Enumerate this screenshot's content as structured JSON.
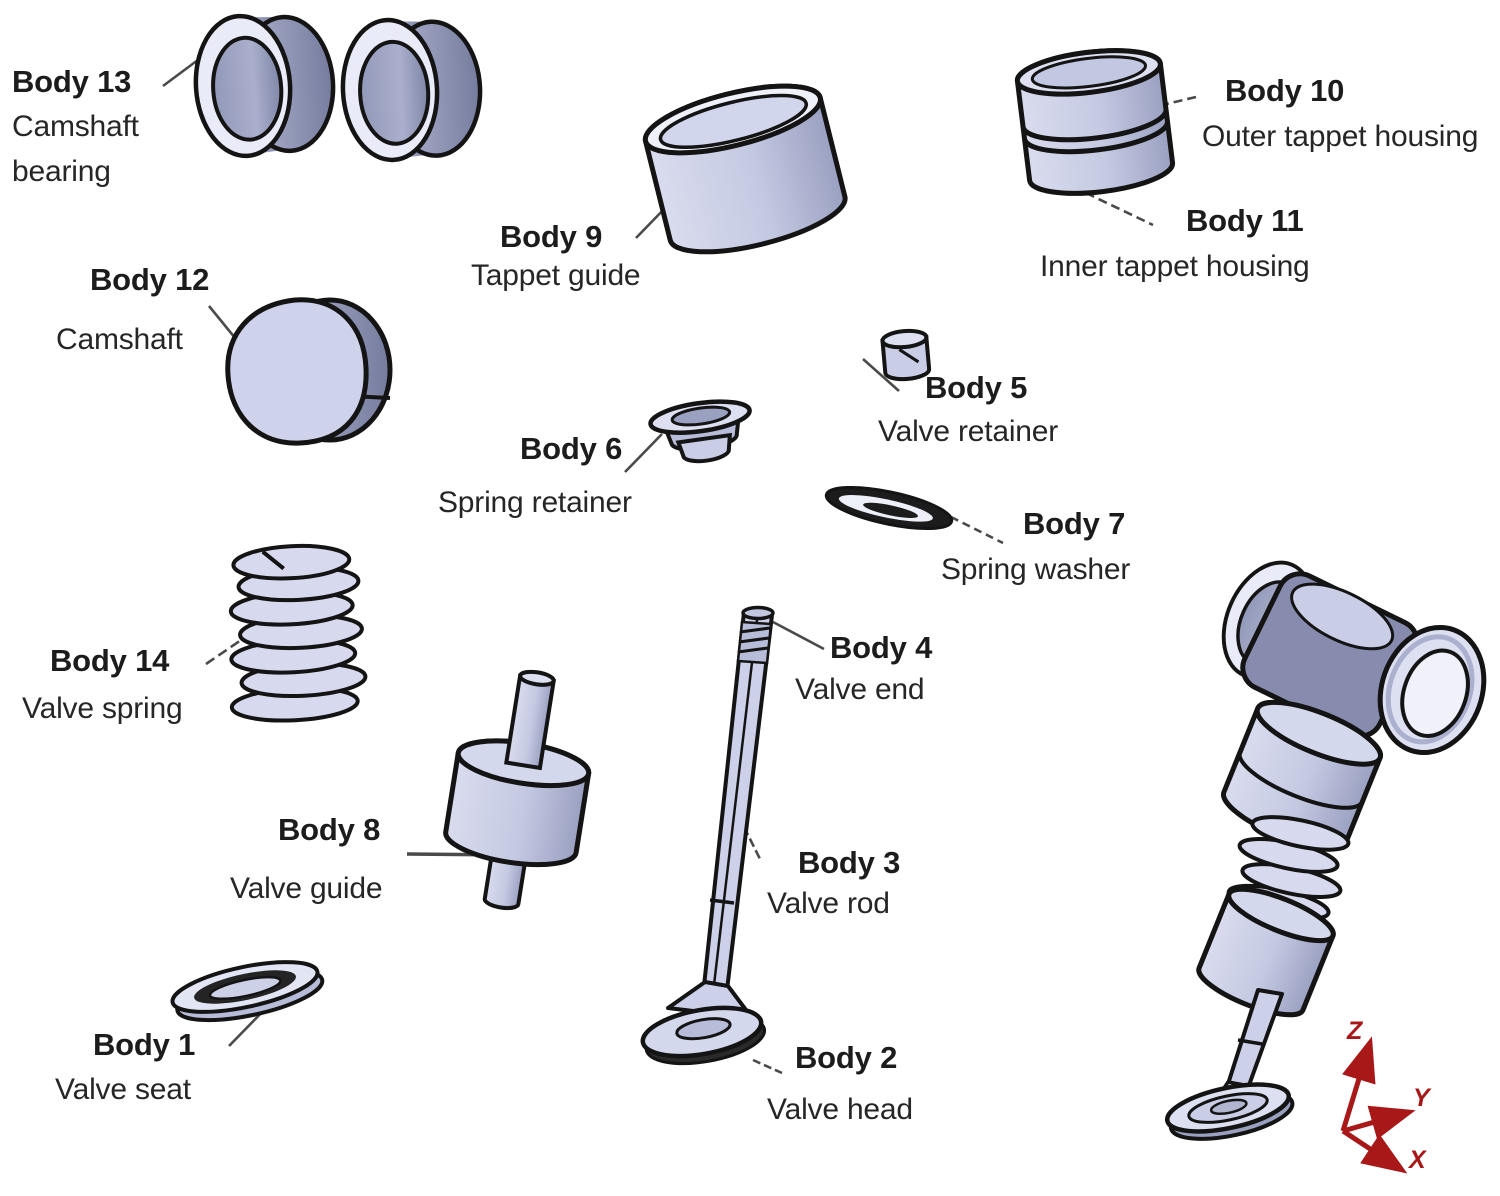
{
  "figure_type": "exploded-view CAD diagram of an engine valve train assembly",
  "labels": {
    "body13": {
      "title": "Body 13",
      "desc_line1": "Camshaft",
      "desc_line2": "bearing"
    },
    "body12": {
      "title": "Body 12",
      "desc": "Camshaft"
    },
    "body9": {
      "title": "Body 9",
      "desc": "Tappet guide"
    },
    "body10": {
      "title": "Body 10",
      "desc": "Outer tappet housing"
    },
    "body11": {
      "title": "Body 11",
      "desc": "Inner tappet housing"
    },
    "body5": {
      "title": "Body 5",
      "desc": "Valve retainer"
    },
    "body6": {
      "title": "Body 6",
      "desc": "Spring retainer"
    },
    "body7": {
      "title": "Body 7",
      "desc": "Spring washer"
    },
    "body14": {
      "title": "Body 14",
      "desc": "Valve spring"
    },
    "body8": {
      "title": "Body 8",
      "desc": "Valve guide"
    },
    "body4": {
      "title": "Body 4",
      "desc": "Valve end"
    },
    "body3": {
      "title": "Body 3",
      "desc": "Valve rod"
    },
    "body1": {
      "title": "Body 1",
      "desc": "Valve seat"
    },
    "body2": {
      "title": "Body 2",
      "desc": "Valve head"
    }
  },
  "axes": {
    "z": "Z",
    "y": "Y",
    "x": "X"
  },
  "colors": {
    "part_light": "#ccd0e8",
    "part_highlight": "#eef0fa",
    "part_shade": "#878cae",
    "outline": "#141414",
    "leader_line": "#4a4a4a",
    "axis_red": "#a81818",
    "text": "#1c1c1c",
    "background": "#ffffff"
  }
}
